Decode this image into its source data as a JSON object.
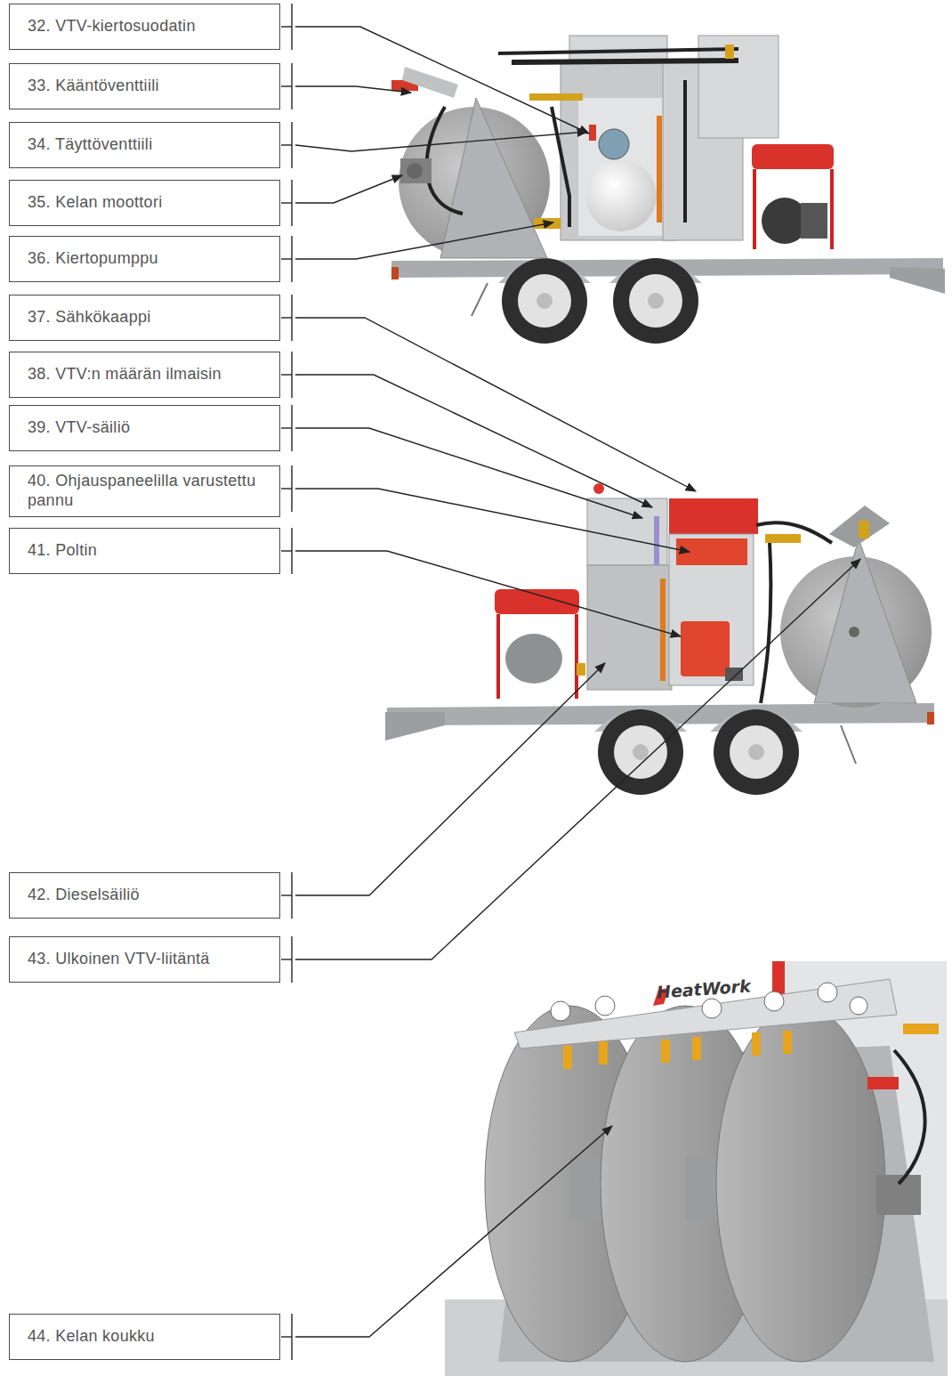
{
  "diagram": {
    "nodes": [
      {
        "text": [
          "32. VTV-kiertosuodatin"
        ]
      },
      {
        "text": [
          "33. Kääntöventtiili"
        ]
      },
      {
        "text": [
          "34. Täyttöventtiili"
        ]
      },
      {
        "text": [
          "35. Kelan moottori"
        ]
      },
      {
        "text": [
          "36. Kiertopumppu"
        ]
      },
      {
        "text": [
          "37. Sähkökaappi"
        ]
      },
      {
        "text": [
          "38. VTV:n määrän ilmaisin"
        ]
      },
      {
        "text": [
          "39. VTV-säiliö"
        ]
      },
      {
        "text": [
          "40. Ohjauspaneelilla varustettu pannu"
        ]
      },
      {
        "text": [
          "41. Poltin"
        ]
      },
      {
        "text": [
          "42. Dieselsäiliö"
        ]
      },
      {
        "text": [
          "43. Ulkoinen VTV-liitäntä"
        ]
      },
      {
        "text": [
          "44. Kelan koukku"
        ]
      }
    ],
    "labels": [
      "HeatWork"
    ]
  }
}
